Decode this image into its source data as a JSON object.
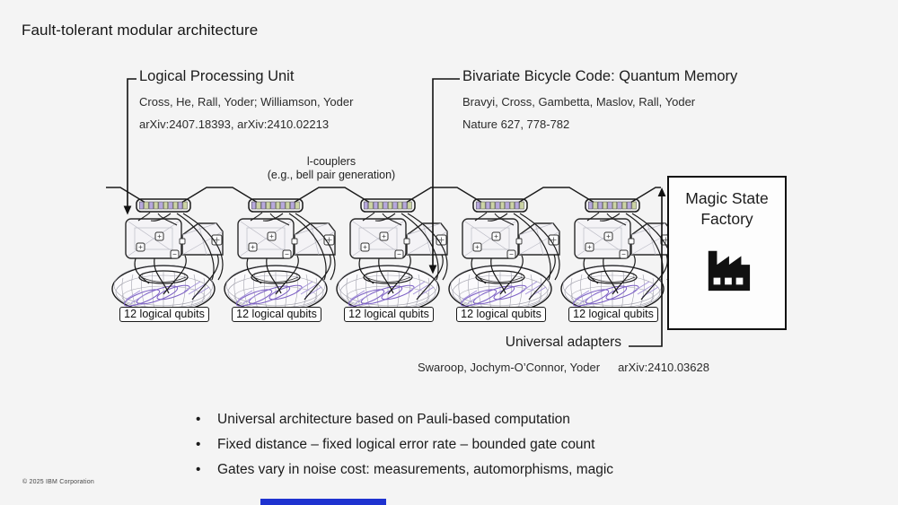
{
  "page": {
    "title": "Fault-tolerant modular architecture",
    "copyright": "© 2025 IBM Corporation"
  },
  "annotations": {
    "lpu": {
      "title": "Logical Processing Unit",
      "authors": "Cross, He, Rall, Yoder; Williamson, Yoder",
      "reference": "arXiv:2407.18393, arXiv:2410.02213"
    },
    "bb_code": {
      "title": "Bivariate Bicycle Code: Quantum Memory",
      "authors": "Bravyi, Cross, Gambetta, Maslov, Rall, Yoder",
      "reference": "Nature 627, 778-782"
    },
    "couplers": {
      "line1": "l-couplers",
      "line2": "(e.g., bell pair generation)"
    },
    "adapters": {
      "title": "Universal adapters",
      "authors": "Swaroop, Jochym-O’Connor, Yoder",
      "reference": "arXiv:2410.03628"
    }
  },
  "factory": {
    "title": "Magic State Factory",
    "icon": "factory-icon"
  },
  "modules": {
    "count": 5,
    "items": [
      {
        "label": "12 logical qubits"
      },
      {
        "label": "12 logical qubits"
      },
      {
        "label": "12 logical qubits"
      },
      {
        "label": "12 logical qubits"
      },
      {
        "label": "12 logical qubits"
      }
    ]
  },
  "bullets": {
    "marker": "•",
    "items": [
      "Universal architecture based on Pauli-based computation",
      "Fixed distance – fixed logical error rate – bounded gate count",
      "Gates vary in noise cost: measurements, automorphisms, magic"
    ]
  },
  "colors": {
    "background": "#f4f4f4",
    "line": "#1a1a1a",
    "purple_loops": "#7b5ec4",
    "accent_bar": "#1e32d0"
  }
}
